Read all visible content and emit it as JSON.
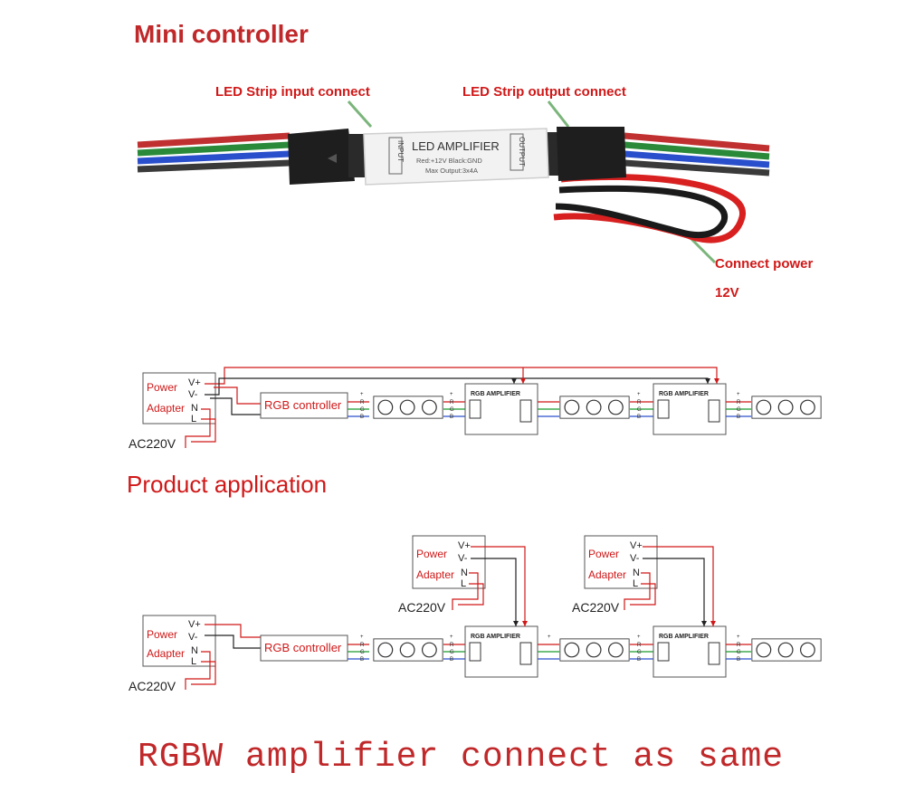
{
  "photo": {
    "title": "Mini controller",
    "input_label": "LED Strip input connect",
    "output_label": "LED Strip output connect",
    "power_label": "Connect power",
    "voltage_label": "12V",
    "device": {
      "name": "LED AMPLIFIER",
      "spec_line1": "Red:+12V   Black:GND",
      "spec_line2": "Max Output:3x4A",
      "port_in": "INPUT",
      "port_out": "OUTPUT"
    }
  },
  "diagram_common": {
    "power_adapter": {
      "line1": "Power",
      "line2": "Adapter"
    },
    "terminals": {
      "vplus": "V+",
      "vminus": "V-",
      "n": "N",
      "l": "L"
    },
    "ac_label": "AC220V",
    "controller_label": "RGB controller",
    "amplifier_label": "RGB AMPLIFIER",
    "channels": {
      "plus": "+",
      "r": "R",
      "g": "G",
      "b": "B"
    }
  },
  "section_title": "Product application",
  "footer_note": "RGBW amplifier connect as same",
  "colors": {
    "title_red": "#c0282a",
    "label_red": "#d01818",
    "wire_red": "#d01818",
    "wire_green": "#1a9a2e",
    "wire_blue": "#2a4fcc",
    "wire_black": "#222222",
    "device_white": "#f2f2f2"
  }
}
